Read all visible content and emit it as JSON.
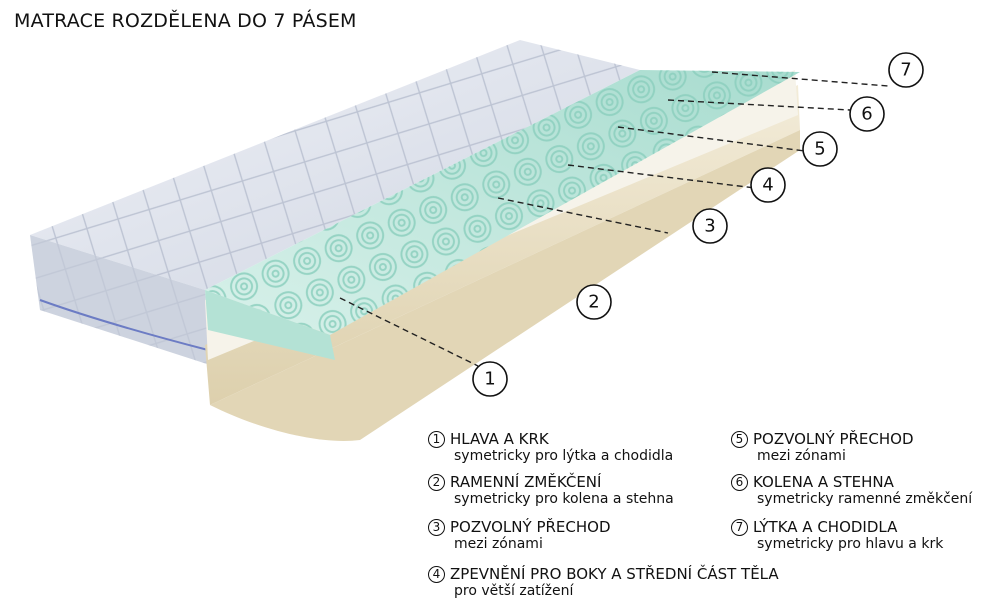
{
  "title": "MATRACE ROZDĚLENA DO 7 PÁSEM",
  "callouts": [
    "1",
    "2",
    "3",
    "4",
    "5",
    "6",
    "7"
  ],
  "legend": [
    {
      "num": "1",
      "name": "HLAVA A KRK",
      "desc": "symetricky pro lýtka a chodidla"
    },
    {
      "num": "2",
      "name": "RAMENNÍ ZMĚKČENÍ",
      "desc": "symetricky pro kolena a stehna"
    },
    {
      "num": "3",
      "name": "POZVOLNÝ PŘECHOD",
      "desc": "mezi zónami"
    },
    {
      "num": "4",
      "name": "ZPEVNĚNÍ PRO BOKY A STŘEDNÍ ČÁST TĚLA",
      "desc": "pro větší zatížení"
    },
    {
      "num": "5",
      "name": "POZVOLNÝ PŘECHOD",
      "desc": "mezi zónami"
    },
    {
      "num": "6",
      "name": "KOLENA A STEHNA",
      "desc": "symetricky ramenné změkčení"
    },
    {
      "num": "7",
      "name": "LÝTKA  A CHODIDLA",
      "desc": "symetricky pro hlavu a krk"
    }
  ],
  "colors": {
    "foam": "#bfe6dd",
    "cover": "#e4e8f0",
    "base": "#efe6cf",
    "core": "#f4f1e6"
  }
}
